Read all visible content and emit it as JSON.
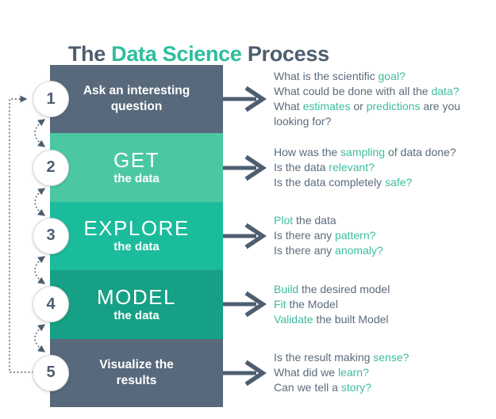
{
  "title": {
    "pre": "The ",
    "highlight": "Data Science",
    "post": " Process"
  },
  "colors": {
    "slate": "#57697b",
    "green_light": "#4bc8a3",
    "green": "#1abc9c",
    "green_dark": "#16a085",
    "accent_text": "#3bbd9e",
    "body_text": "#5b6b7c",
    "arrow": "#4e5e70"
  },
  "steps": [
    {
      "number": "1",
      "variant": "slate",
      "box": {
        "lines": [
          "Ask an interesting",
          "question"
        ]
      },
      "annotation": [
        [
          {
            "t": "What is the scientific "
          },
          {
            "t": "goal?",
            "h": true
          }
        ],
        [
          {
            "t": "What could be done with all the "
          },
          {
            "t": "data?",
            "h": true
          }
        ],
        [
          {
            "t": "What "
          },
          {
            "t": "estimates",
            "h": true
          },
          {
            "t": " or "
          },
          {
            "t": "predictions",
            "h": true
          },
          {
            "t": " are you"
          }
        ],
        [
          {
            "t": "looking for?"
          }
        ]
      ]
    },
    {
      "number": "2",
      "variant": "green_light",
      "box": {
        "big": "GET",
        "sub": "the data"
      },
      "annotation": [
        [
          {
            "t": "How was the "
          },
          {
            "t": "sampling",
            "h": true
          },
          {
            "t": " of data done?"
          }
        ],
        [
          {
            "t": "Is the data "
          },
          {
            "t": "relevant?",
            "h": true
          }
        ],
        [
          {
            "t": "Is the data completely "
          },
          {
            "t": "safe?",
            "h": true
          }
        ]
      ]
    },
    {
      "number": "3",
      "variant": "green",
      "box": {
        "big": "EXPLORE",
        "sub": "the data"
      },
      "annotation": [
        [
          {
            "t": "Plot",
            "h": true
          },
          {
            "t": " the data"
          }
        ],
        [
          {
            "t": "Is there any "
          },
          {
            "t": "pattern?",
            "h": true
          }
        ],
        [
          {
            "t": "Is there any "
          },
          {
            "t": "anomaly?",
            "h": true
          }
        ]
      ]
    },
    {
      "number": "4",
      "variant": "green_dark",
      "box": {
        "big": "MODEL",
        "sub": "the data"
      },
      "annotation": [
        [
          {
            "t": "Build",
            "h": true
          },
          {
            "t": " the desired model"
          }
        ],
        [
          {
            "t": "Fit",
            "h": true
          },
          {
            "t": " the Model"
          }
        ],
        [
          {
            "t": "Validate",
            "h": true
          },
          {
            "t": " the built Model"
          }
        ]
      ]
    },
    {
      "number": "5",
      "variant": "slate",
      "box": {
        "lines": [
          "Visualize the",
          "results"
        ]
      },
      "annotation": [
        [
          {
            "t": "Is the result making "
          },
          {
            "t": "sense?",
            "h": true
          }
        ],
        [
          {
            "t": "What did we "
          },
          {
            "t": "learn?",
            "h": true
          }
        ],
        [
          {
            "t": "Can we tell a "
          },
          {
            "t": "story?",
            "h": true
          }
        ]
      ]
    }
  ]
}
